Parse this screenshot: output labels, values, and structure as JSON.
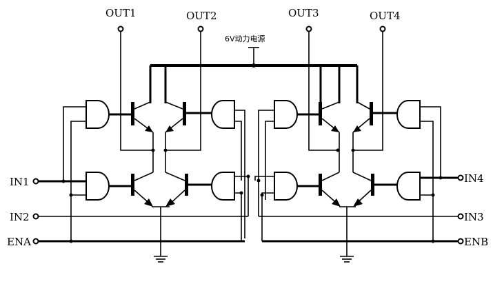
{
  "labels": {
    "out1": "OUT1",
    "out2": "OUT2",
    "out3": "OUT3",
    "out4": "OUT4",
    "power": "6V动力电源",
    "in1": "IN1",
    "in2": "IN2",
    "ena": "ENA",
    "in3": "IN3",
    "in4": "IN4",
    "enb": "ENB"
  }
}
